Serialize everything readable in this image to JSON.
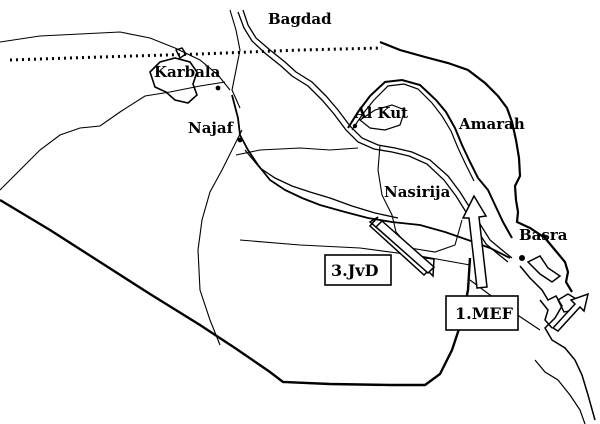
{
  "cities": [
    {
      "id": "bagdad",
      "name": "Bagdad"
    },
    {
      "id": "karbala",
      "name": "Karbala"
    },
    {
      "id": "najaf",
      "name": "Najaf"
    },
    {
      "id": "al-kut",
      "name": "Al Kut"
    },
    {
      "id": "amarah",
      "name": "Amarah"
    },
    {
      "id": "nasirija",
      "name": "Nasirija"
    },
    {
      "id": "basra",
      "name": "Basra"
    }
  ],
  "units": [
    {
      "id": "3-jvd",
      "name": "3.JvD"
    },
    {
      "id": "1-mef",
      "name": "1.MEF"
    }
  ],
  "colors": {
    "ink": "#000000",
    "paper": "#ffffff",
    "arrow_fill": "#ffffff"
  }
}
